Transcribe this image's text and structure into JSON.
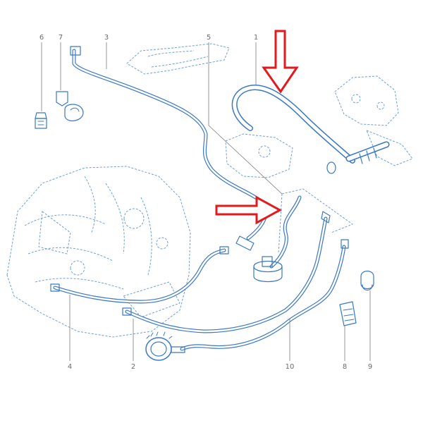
{
  "diagram": {
    "callouts": [
      {
        "id": "c1",
        "text": "1"
      },
      {
        "id": "c2",
        "text": "2"
      },
      {
        "id": "c3",
        "text": "3"
      },
      {
        "id": "c4",
        "text": "4"
      },
      {
        "id": "c5",
        "text": "5"
      },
      {
        "id": "c6",
        "text": "6"
      },
      {
        "id": "c7",
        "text": "7"
      },
      {
        "id": "c8",
        "text": "8"
      },
      {
        "id": "c9",
        "text": "9"
      },
      {
        "id": "c10",
        "text": "10"
      }
    ]
  },
  "colors": {
    "line": "#3a78c8",
    "dashed_outline": "#6f9fd8",
    "callout_text": "#6c6c6c",
    "arrow": "#e3191c"
  },
  "arrows": [
    "arrow-down",
    "arrow-right"
  ]
}
